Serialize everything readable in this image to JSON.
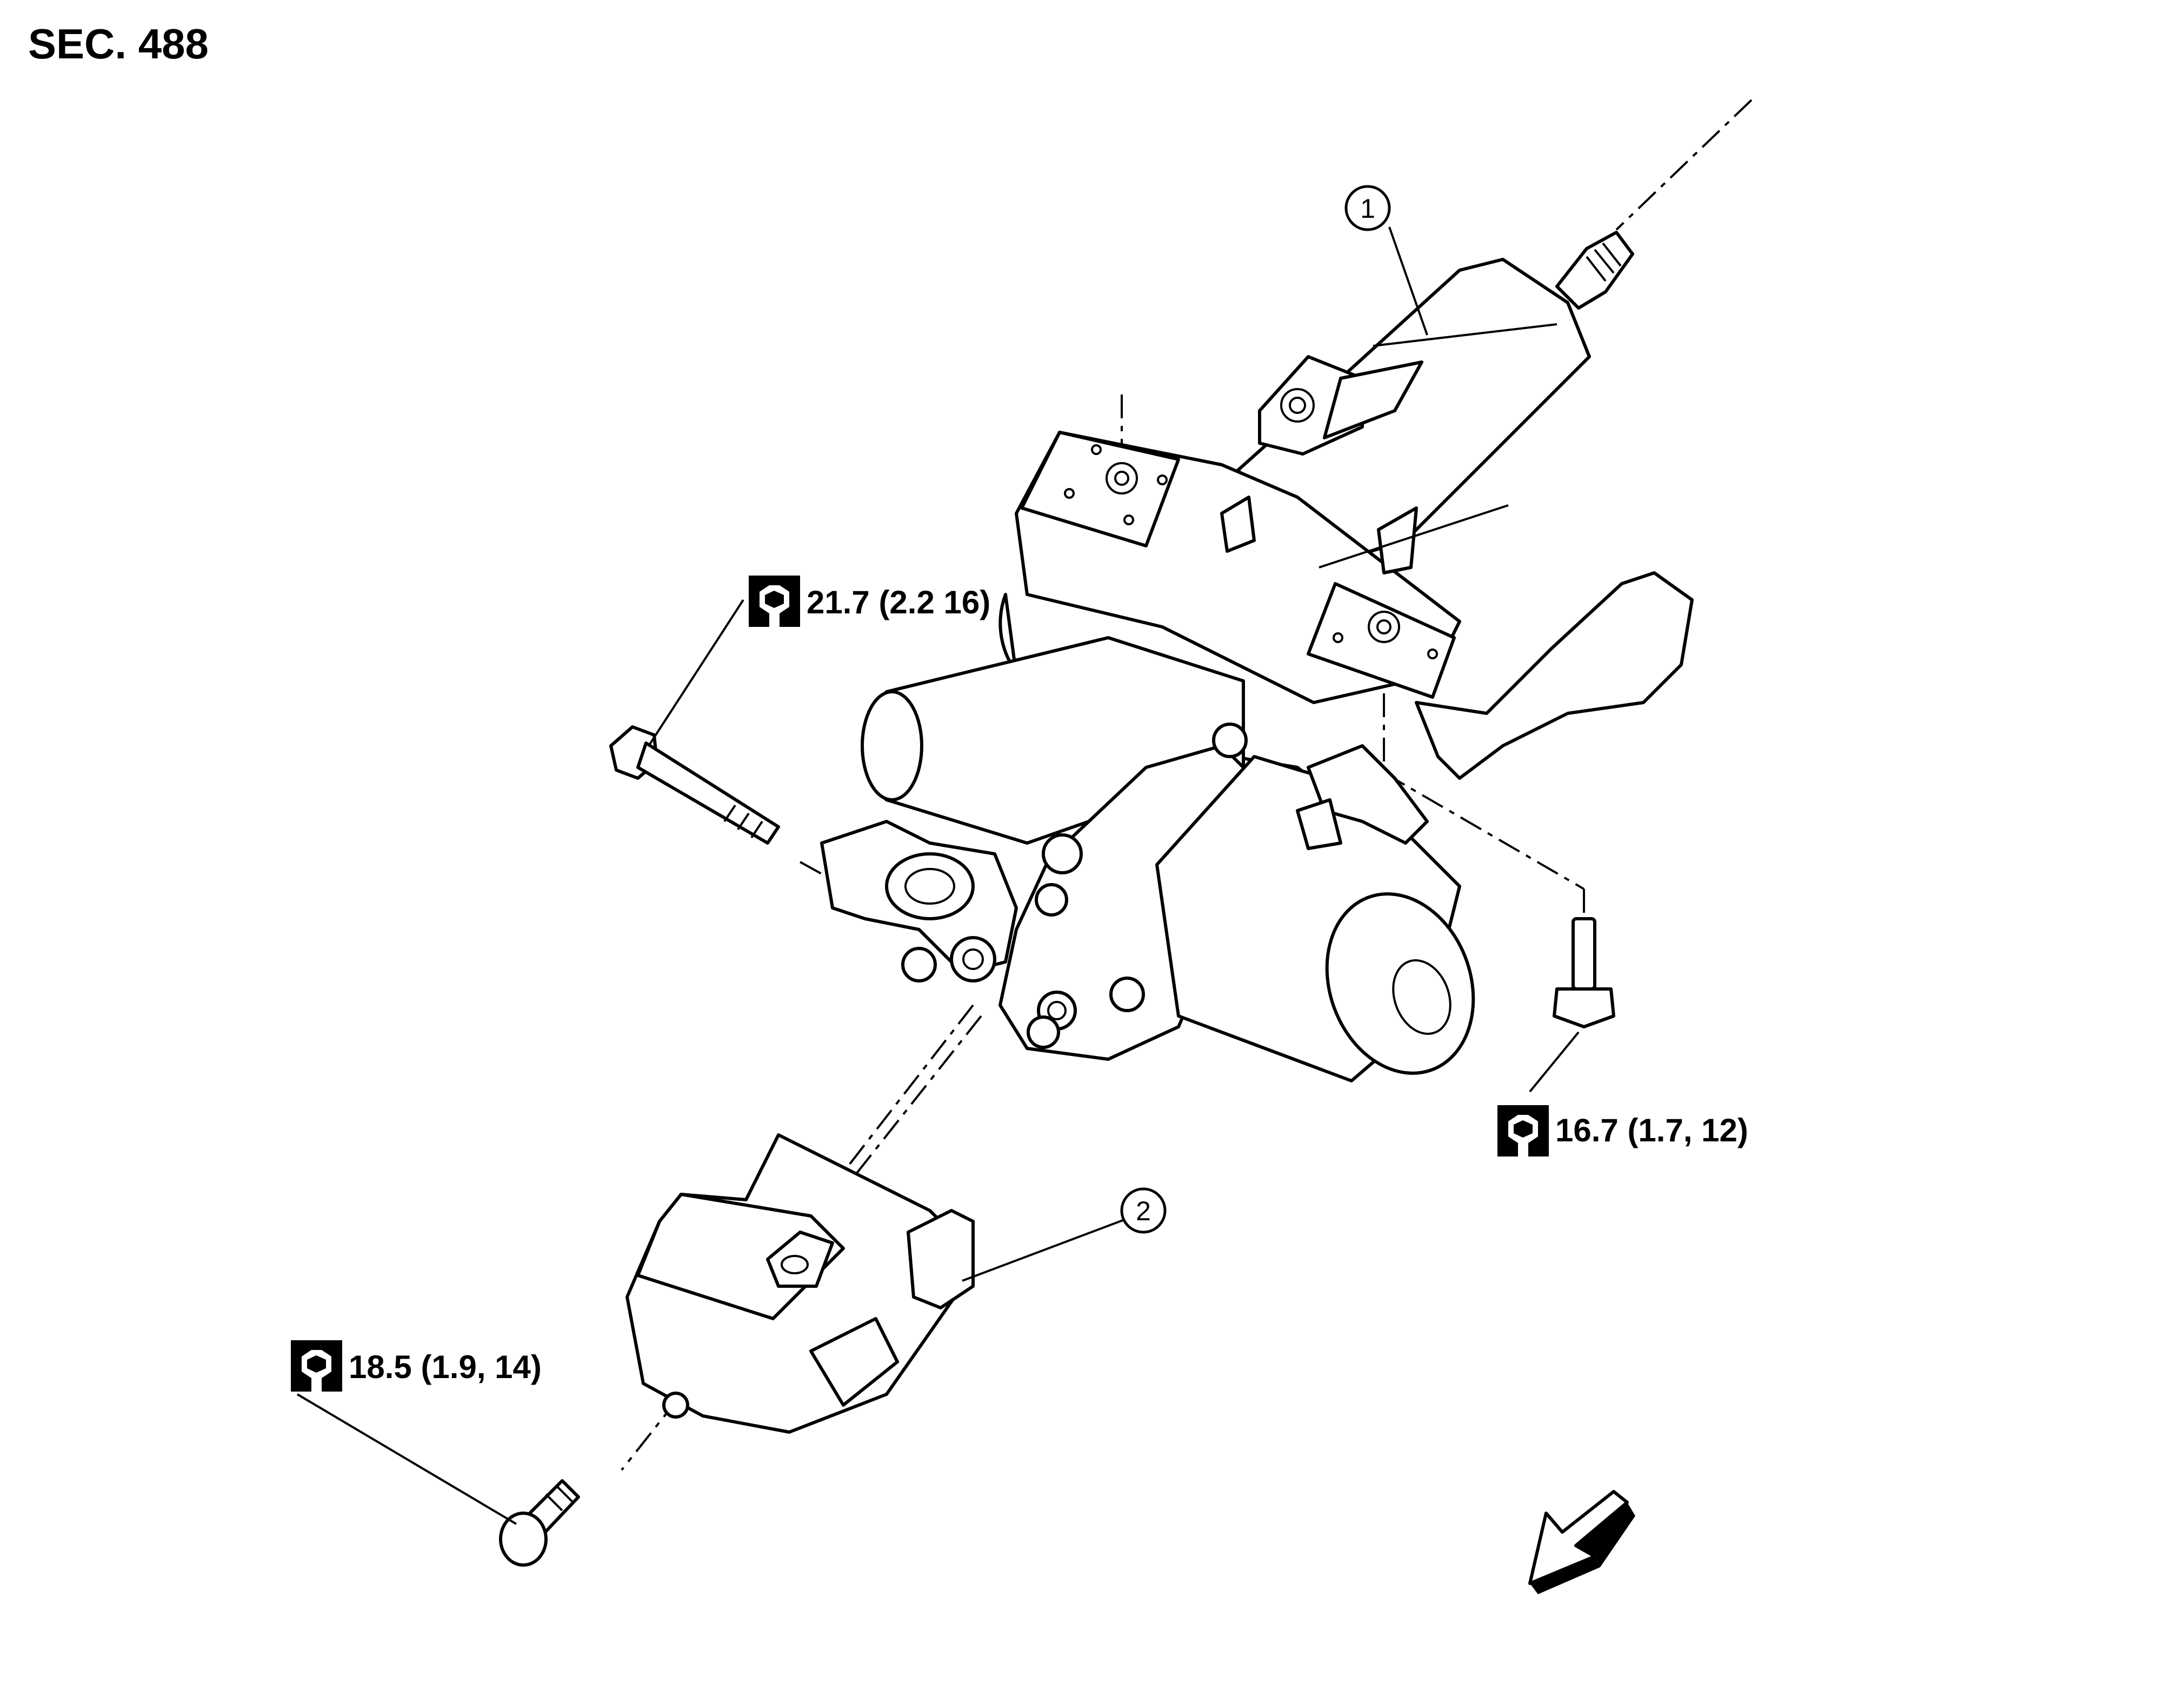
{
  "section_label": "SEC. 488",
  "callouts": [
    {
      "id": "1"
    },
    {
      "id": "2"
    }
  ],
  "torques": [
    {
      "value": "21.7 (2.2 16)",
      "icon": "torque-wrench-icon"
    },
    {
      "value": "16.7 (1.7, 12)",
      "icon": "torque-wrench-icon"
    },
    {
      "value": "18.5 (1.9, 14)",
      "icon": "torque-wrench-icon"
    }
  ],
  "front_arrow": {
    "icon": "front-direction-arrow-icon"
  }
}
